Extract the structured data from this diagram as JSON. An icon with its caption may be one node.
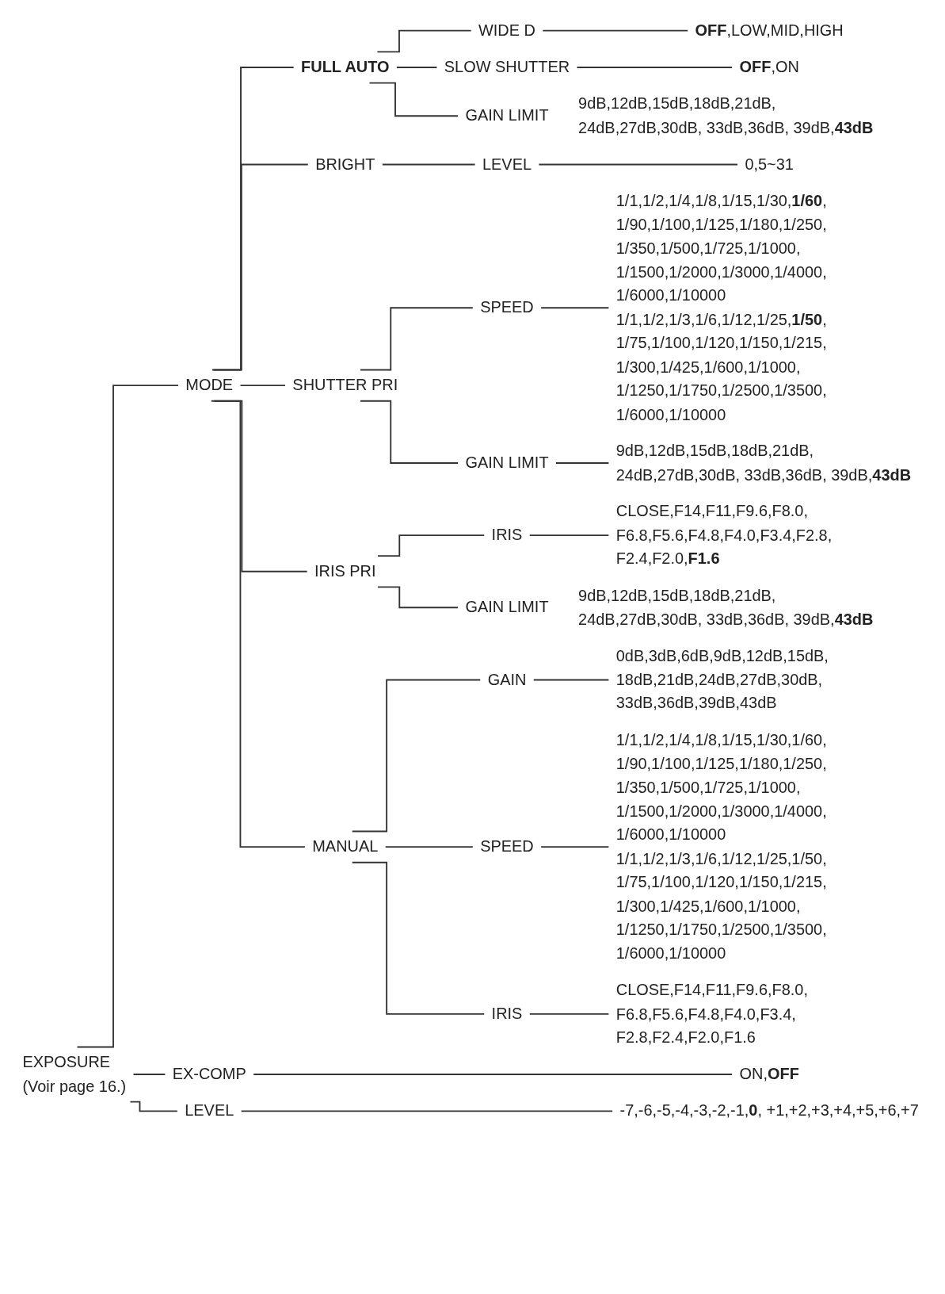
{
  "diagram": {
    "nodes": [
      {
        "text": [
          "EXPOSURE",
          "(Voir page 16.)"
        ]
      },
      {
        "text": [
          "MODE"
        ]
      },
      {
        "text": [
          "FULL AUTO"
        ]
      },
      {
        "text": [
          "WIDE D"
        ]
      },
      {
        "text": [
          "**OFF**,LOW,MID,HIGH"
        ]
      },
      {
        "text": [
          "SLOW SHUTTER"
        ]
      },
      {
        "text": [
          "**OFF**,ON"
        ]
      },
      {
        "text": [
          "GAIN LIMIT"
        ],
        "beside": [
          "9dB,12dB,15dB,18dB,21dB, 24dB,27dB,30dB, 33dB,36dB, 39dB,**43dB**"
        ]
      },
      {
        "text": [
          "BRIGHT"
        ]
      },
      {
        "text": [
          "LEVEL"
        ]
      },
      {
        "text": [
          "0,5~31"
        ]
      },
      {
        "text": [
          "SHUTTER PRI"
        ]
      },
      {
        "text": [
          "SPEED"
        ]
      },
      {
        "text": [
          "1/1,1/2,1/4,1/8,1/15,1/30,**1/60**, 1/90,1/100,1/125,1/180,1/250, 1/350,1/500,1/725,1/1000, 1/1500,1/2000,1/3000,1/4000, 1/6000,1/10000",
          "1/1,1/2,1/3,1/6,1/12,1/25,**1/50**, 1/75,1/100,1/120,1/150,1/215, 1/300,1/425,1/600,1/1000, 1/1250,1/1750,1/2500,1/3500, 1/6000,1/10000"
        ]
      },
      {
        "text": [
          "GAIN LIMIT"
        ]
      },
      {
        "text": [
          "9dB,12dB,15dB,18dB,21dB, 24dB,27dB,30dB, 33dB,36dB, 39dB,**43dB**"
        ]
      },
      {
        "text": [
          "IRIS PRI"
        ]
      },
      {
        "text": [
          "IRIS"
        ]
      },
      {
        "text": [
          "CLOSE,F14,F11,F9.6,F8.0, F6.8,F5.6,F4.8,F4.0,F3.4,F2.8, F2.4,F2.0,**F1.6**"
        ]
      },
      {
        "text": [
          "GAIN LIMIT"
        ],
        "beside": [
          "9dB,12dB,15dB,18dB,21dB, 24dB,27dB,30dB, 33dB,36dB, 39dB,**43dB**"
        ]
      },
      {
        "text": [
          "MANUAL"
        ]
      },
      {
        "text": [
          "GAIN"
        ]
      },
      {
        "text": [
          "0dB,3dB,6dB,9dB,12dB,15dB, 18dB,21dB,24dB,27dB,30dB, 33dB,36dB,39dB,43dB"
        ]
      },
      {
        "text": [
          "SPEED"
        ]
      },
      {
        "text": [
          "1/1,1/2,1/4,1/8,1/15,1/30,1/60, 1/90,1/100,1/125,1/180,1/250, 1/350,1/500,1/725,1/1000, 1/1500,1/2000,1/3000,1/4000, 1/6000,1/10000",
          "1/1,1/2,1/3,1/6,1/12,1/25,1/50, 1/75,1/100,1/120,1/150,1/215, 1/300,1/425,1/600,1/1000, 1/1250,1/1750,1/2500,1/3500, 1/6000,1/10000"
        ]
      },
      {
        "text": [
          "IRIS"
        ]
      },
      {
        "text": [
          "CLOSE,F14,F11,F9.6,F8.0, F6.8,F5.6,F4.8,F4.0,F3.4, F2.8,F2.4,F2.0,F1.6"
        ]
      },
      {
        "text": [
          "EX-COMP"
        ]
      },
      {
        "text": [
          "ON,**OFF**"
        ]
      },
      {
        "text": [
          "LEVEL"
        ]
      },
      {
        "text": [
          "-7,-6,-5,-4,-3,-2,-1,**0**, +1,+2,+3,+4,+5,+6,+7"
        ]
      }
    ],
    "edges": [
      {
        "from": 0,
        "to": 1,
        "arrow": "none"
      },
      {
        "from": 1,
        "to": 2,
        "arrow": "none"
      },
      {
        "from": 2,
        "to": 3,
        "arrow": "none"
      },
      {
        "from": 3,
        "to": 4,
        "arrow": "none"
      },
      {
        "from": 2,
        "to": 5,
        "arrow": "none"
      },
      {
        "from": 5,
        "to": 6,
        "arrow": "none"
      },
      {
        "from": 2,
        "to": 7,
        "arrow": "none"
      },
      {
        "from": 1,
        "to": 8,
        "arrow": "none"
      },
      {
        "from": 8,
        "to": 9,
        "arrow": "none"
      },
      {
        "from": 9,
        "to": 10,
        "arrow": "none"
      },
      {
        "from": 1,
        "to": 11,
        "arrow": "none"
      },
      {
        "from": 11,
        "to": 12,
        "arrow": "none"
      },
      {
        "from": 12,
        "to": 13,
        "arrow": "none"
      },
      {
        "from": 11,
        "to": 14,
        "arrow": "none"
      },
      {
        "from": 14,
        "to": 15,
        "arrow": "none"
      },
      {
        "from": 1,
        "to": 16,
        "arrow": "none"
      },
      {
        "from": 16,
        "to": 17,
        "arrow": "none"
      },
      {
        "from": 17,
        "to": 18,
        "arrow": "none"
      },
      {
        "from": 16,
        "to": 19,
        "arrow": "none"
      },
      {
        "from": 1,
        "to": 20,
        "arrow": "none"
      },
      {
        "from": 20,
        "to": 21,
        "arrow": "none"
      },
      {
        "from": 21,
        "to": 22,
        "arrow": "none"
      },
      {
        "from": 20,
        "to": 23,
        "arrow": "none"
      },
      {
        "from": 23,
        "to": 24,
        "arrow": "none"
      },
      {
        "from": 20,
        "to": 25,
        "arrow": "none"
      },
      {
        "from": 25,
        "to": 26,
        "arrow": "none"
      },
      {
        "from": 0,
        "to": 27,
        "arrow": "none"
      },
      {
        "from": 27,
        "to": 28,
        "arrow": "none"
      },
      {
        "from": 0,
        "to": 29,
        "arrow": "none"
      },
      {
        "from": 29,
        "to": 30,
        "arrow": "none"
      }
    ]
  }
}
